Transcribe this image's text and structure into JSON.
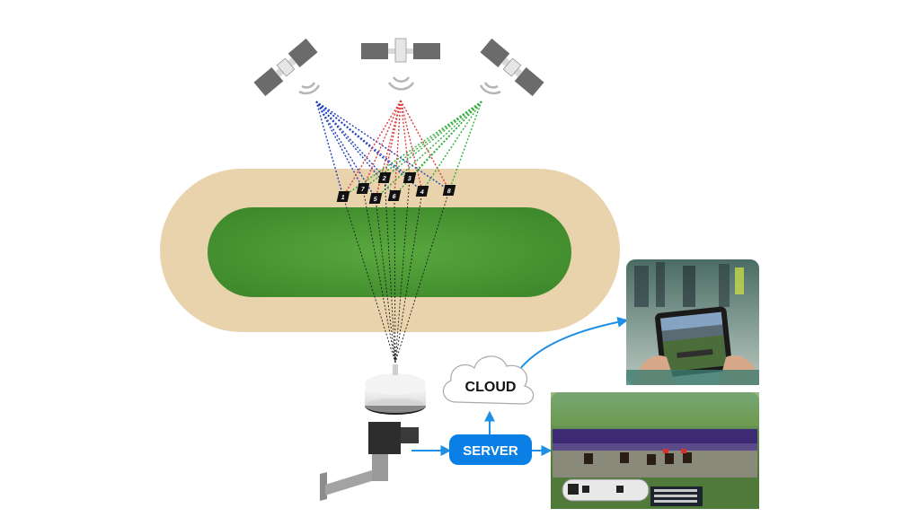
{
  "diagram": {
    "track": {
      "sand_color": "#e8d3ac",
      "grass_color": "#4e9a37"
    },
    "satellites": [
      {
        "signal_color": "#1f3fbf",
        "icon": "satellite-icon"
      },
      {
        "signal_color": "#e03c3c",
        "icon": "satellite-icon"
      },
      {
        "signal_color": "#2fae3a",
        "icon": "satellite-icon"
      }
    ],
    "horses": [
      {
        "number": "1"
      },
      {
        "number": "7"
      },
      {
        "number": "5"
      },
      {
        "number": "6"
      },
      {
        "number": "2"
      },
      {
        "number": "3"
      },
      {
        "number": "4"
      },
      {
        "number": "8"
      }
    ],
    "cloud": {
      "label": "CLOUD"
    },
    "server": {
      "label": "SERVER",
      "color": "#0a7fe6"
    },
    "arrow_color": "#1e90e6",
    "antenna": {
      "icon": "gnss-antenna-icon"
    },
    "outputs": [
      {
        "icon": "tablet-viewer-photo"
      },
      {
        "icon": "race-broadcast-photo"
      }
    ]
  }
}
